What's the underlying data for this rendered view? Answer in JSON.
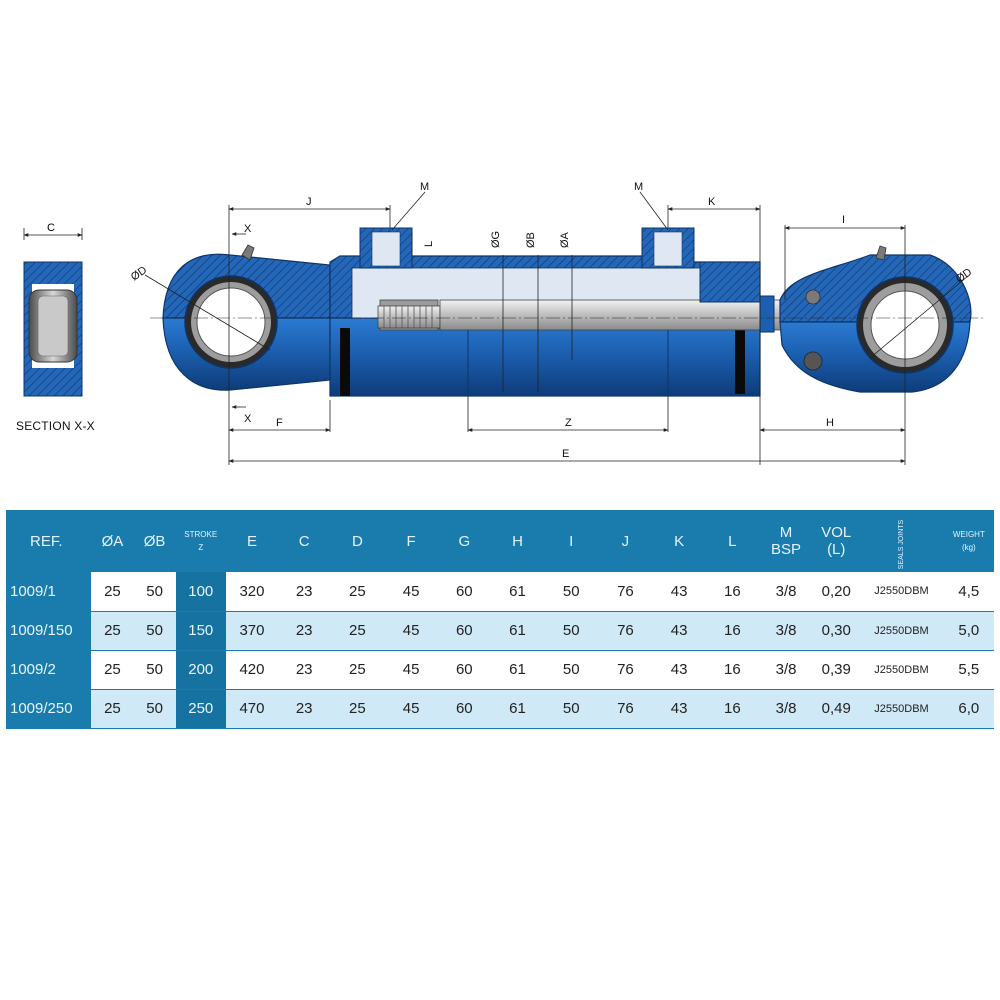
{
  "drawing": {
    "section_header": "C",
    "section_caption": "SECTION X-X",
    "dims": {
      "D_left": "ØD",
      "D_right": "ØD",
      "J": "J",
      "M_left": "M",
      "M_right": "M",
      "L": "L",
      "G": "ØG",
      "B": "ØB",
      "A": "ØA",
      "K": "K",
      "I": "I",
      "X_top": "X",
      "X_bottom": "X",
      "F": "F",
      "Z": "Z",
      "H": "H",
      "E": "E"
    }
  },
  "table": {
    "headers": {
      "ref": "REF.",
      "a": "ØA",
      "b": "ØB",
      "stroke": "STROKE",
      "stroke_sub": "Z",
      "e": "E",
      "c": "C",
      "d": "D",
      "f": "F",
      "g": "G",
      "h": "H",
      "i": "I",
      "j": "J",
      "k": "K",
      "l": "L",
      "m1": "M",
      "m2": "BSP",
      "vol1": "VOL",
      "vol2": "(L)",
      "seals": "SEALS JOINTS",
      "weight1": "WEIGHT",
      "weight2": "(kg)"
    },
    "rows": [
      {
        "ref": "1009/1",
        "a": "25",
        "b": "50",
        "stroke": "100",
        "e": "320",
        "c": "23",
        "d": "25",
        "f": "45",
        "g": "60",
        "h": "61",
        "i": "50",
        "j": "76",
        "k": "43",
        "l": "16",
        "m": "3/8",
        "vol": "0,20",
        "seals": "J2550DBM",
        "weight": "4,5"
      },
      {
        "ref": "1009/150",
        "a": "25",
        "b": "50",
        "stroke": "150",
        "e": "370",
        "c": "23",
        "d": "25",
        "f": "45",
        "g": "60",
        "h": "61",
        "i": "50",
        "j": "76",
        "k": "43",
        "l": "16",
        "m": "3/8",
        "vol": "0,30",
        "seals": "J2550DBM",
        "weight": "5,0"
      },
      {
        "ref": "1009/2",
        "a": "25",
        "b": "50",
        "stroke": "200",
        "e": "420",
        "c": "23",
        "d": "25",
        "f": "45",
        "g": "60",
        "h": "61",
        "i": "50",
        "j": "76",
        "k": "43",
        "l": "16",
        "m": "3/8",
        "vol": "0,39",
        "seals": "J2550DBM",
        "weight": "5,5"
      },
      {
        "ref": "1009/250",
        "a": "25",
        "b": "50",
        "stroke": "250",
        "e": "470",
        "c": "23",
        "d": "25",
        "f": "45",
        "g": "60",
        "h": "61",
        "i": "50",
        "j": "76",
        "k": "43",
        "l": "16",
        "m": "3/8",
        "vol": "0,49",
        "seals": "J2550DBM",
        "weight": "6,0"
      }
    ]
  },
  "colors": {
    "body_blue": "#1f63b5",
    "dark_blue": "#0f3f7a",
    "table_header": "#1a7cad",
    "row_light": "#cfe9f6"
  }
}
